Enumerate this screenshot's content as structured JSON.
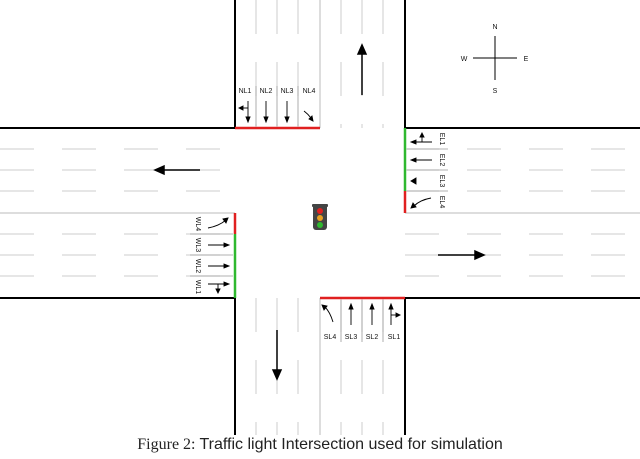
{
  "compass": {
    "north": "N",
    "south": "S",
    "east": "E",
    "west": "W"
  },
  "lanes": {
    "north": [
      "NL1",
      "NL2",
      "NL3",
      "NL4"
    ],
    "east": [
      "EL1",
      "EL2",
      "EL3",
      "EL4"
    ],
    "south": [
      "SL4",
      "SL3",
      "SL2",
      "SL1"
    ],
    "west": [
      "WL4",
      "WL3",
      "WL2",
      "WL1"
    ]
  },
  "signals": {
    "north": "red",
    "south": "red",
    "east": "green",
    "west": "green",
    "colors": {
      "red": "#e02020",
      "green": "#2fb82f",
      "amber": "#e8a020",
      "housing": "#444444"
    }
  },
  "caption": {
    "figure": "Figure 2:",
    "text": "Traffic light Intersection used for simulation"
  }
}
